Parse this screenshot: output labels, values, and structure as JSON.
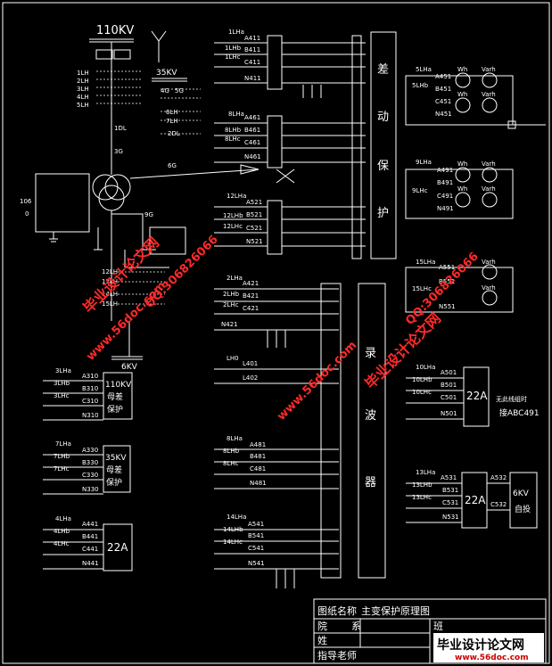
{
  "diagram": {
    "top_labels": {
      "kv110": "110KV",
      "kv35": "35KV",
      "kv6": "6KV",
      "n106": "106",
      "n0": "0"
    },
    "left_ct": [
      "1LH",
      "2LH",
      "3LH",
      "4LH",
      "5LH"
    ],
    "left_breakers": [
      "1DL",
      "3G",
      "9G",
      "6G",
      "4G",
      "5G",
      "2DL",
      "6LH",
      "7LH"
    ],
    "bottom_left_ct": [
      "12LH",
      "13LH",
      "14LH",
      "15LH"
    ],
    "diff_group1": {
      "ct": [
        "1LHa",
        "1LHb",
        "1LHc"
      ],
      "wires": [
        "A411",
        "B411",
        "C411",
        "N411"
      ]
    },
    "diff_group2": {
      "ct": [
        "8LHa",
        "8LHb",
        "8LHc"
      ],
      "wires": [
        "A461",
        "B461",
        "C461",
        "N461"
      ]
    },
    "diff_group3": {
      "ct": [
        "12LHa",
        "12LHb",
        "12LHc"
      ],
      "wires": [
        "A521",
        "B521",
        "C521",
        "N521"
      ]
    },
    "diff_relay": [
      "差",
      "动",
      "保",
      "护"
    ],
    "meter_group1": {
      "ct": [
        "5LHa",
        "5LHb"
      ],
      "wires": [
        "A451",
        "B451",
        "C451",
        "N451"
      ],
      "meters": [
        "Wh",
        "Varh",
        "Wh",
        "Varh"
      ]
    },
    "meter_group2": {
      "ct": [
        "9LHa",
        "9LHc"
      ],
      "wires": [
        "A491",
        "B491",
        "C491",
        "N491"
      ],
      "meters": [
        "Wh",
        "Varh",
        "Wh",
        "Varh"
      ]
    },
    "meter_group3": {
      "ct": [
        "15LHa",
        "15LHc"
      ],
      "wires": [
        "A551",
        "B551",
        "N551"
      ],
      "meters": [
        "Varh",
        "Varh"
      ]
    },
    "osc_group1": {
      "ct": [
        "2LHa",
        "2LHb",
        "2LHc"
      ],
      "wires": [
        "A421",
        "B421",
        "C421",
        "N421"
      ]
    },
    "osc_group2": {
      "ct": [
        "LH0"
      ],
      "wires": [
        "L401",
        "L402"
      ]
    },
    "osc_group3": {
      "ct": [
        "8LHa",
        "8LHb",
        "8LHc"
      ],
      "wires": [
        "A481",
        "B481",
        "C481",
        "N481"
      ]
    },
    "osc_group4": {
      "ct": [
        "14LHa",
        "14LHb",
        "14LHc"
      ],
      "wires": [
        "A541",
        "B541",
        "C541",
        "N541"
      ]
    },
    "osc_relay": [
      "录",
      "波",
      "器"
    ],
    "bus110": {
      "ct": [
        "3LHa",
        "3LHb",
        "3LHc"
      ],
      "wires": [
        "A310",
        "B310",
        "C310",
        "N310"
      ],
      "box": [
        "110KV",
        "母差",
        "保护"
      ]
    },
    "bus35": {
      "ct": [
        "7LHa",
        "7LHb",
        "7LHc"
      ],
      "wires": [
        "A330",
        "B330",
        "C330",
        "N330"
      ],
      "box": [
        "35KV",
        "母差",
        "保护"
      ]
    },
    "grp22a_left": {
      "ct": [
        "4LHa",
        "4LHb",
        "4LHc"
      ],
      "wires": [
        "A441",
        "B441",
        "C441",
        "N441"
      ],
      "box": "22A"
    },
    "grp22a_right1": {
      "ct": [
        "10LHa",
        "10LHb",
        "10LHc"
      ],
      "wires": [
        "A501",
        "B501",
        "C501",
        "N501"
      ],
      "box": "22A",
      "note": [
        "无此线组时",
        "接ABC491"
      ]
    },
    "grp22a_right2": {
      "ct": [
        "13LHa",
        "13LHb",
        "13LHc"
      ],
      "wires": [
        "A531",
        "B531",
        "C531",
        "N531"
      ],
      "wires_out": [
        "A532",
        "C532"
      ],
      "box": "22A",
      "box2": [
        "6KV",
        "自投"
      ]
    },
    "watermarks": [
      "毕业设计论文网",
      "www.56doc.com",
      "QQ:306826066"
    ],
    "title_block": {
      "name_label": "图纸名称",
      "name_value": "主变保护原理图",
      "row2_a": "院",
      "row2_b": "系",
      "row2_c": "班",
      "row3_a": "姓",
      "row4_a": "指导老师",
      "logo_text": "毕业设计论文网",
      "logo_url": "www.56doc.com"
    }
  }
}
